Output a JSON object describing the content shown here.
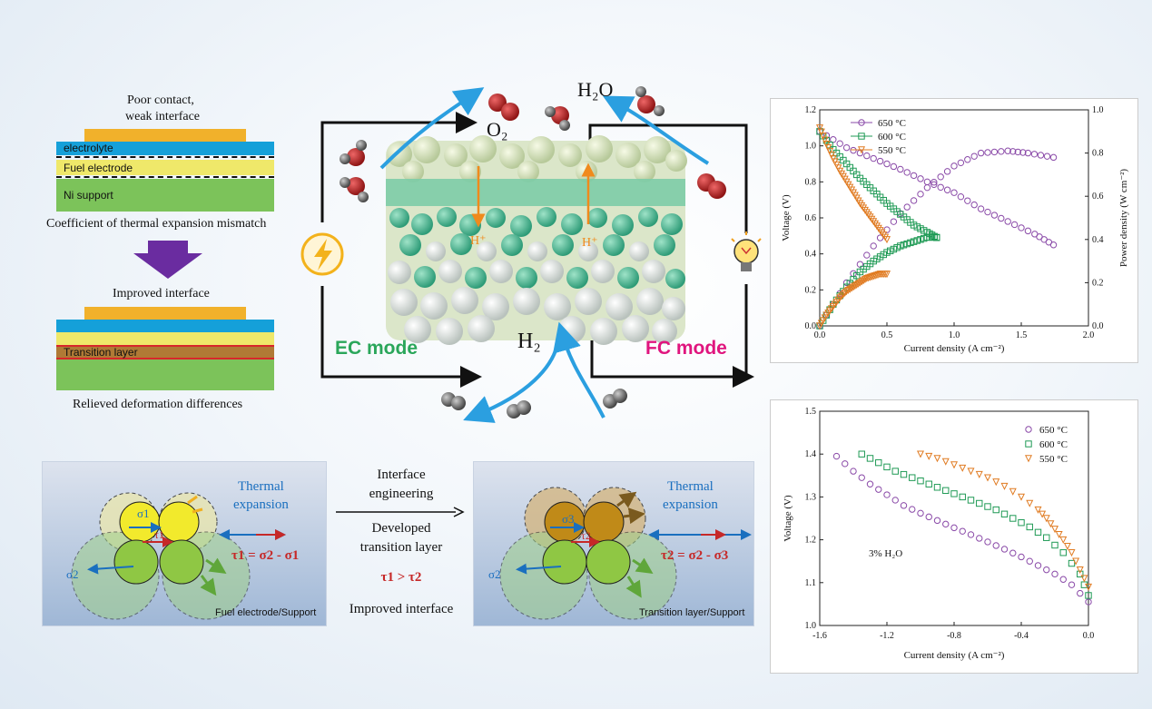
{
  "left_diagram": {
    "top_caption_1": "Poor contact,",
    "top_caption_2": "weak interface",
    "layer_electrolyte": "electrolyte",
    "layer_fuel_electrode": "Fuel electrode",
    "layer_ni_support": "Ni support",
    "mismatch_caption": "Coefficient of thermal expansion mismatch",
    "improved_caption": "Improved interface",
    "layer_transition": "Transition layer",
    "relieved_caption": "Relieved deformation differences"
  },
  "cell_schematic": {
    "o2": "O₂",
    "h2o": "H₂O",
    "h2": "H₂",
    "h_plus_left": "H⁺",
    "h_plus_right": "H⁺",
    "ec_mode": "EC mode",
    "fc_mode": "FC mode",
    "colors": {
      "ec": "#2aa65a",
      "fc": "#e0157e",
      "arrow": "#2b9fe0",
      "proton": "#f08a1c"
    }
  },
  "bottom_left_panel": {
    "thermal": "Thermal",
    "expansion": "expansion",
    "sigma1": "σ1",
    "sigma2": "σ2",
    "tau1": "τ1",
    "equation": "τ1 = σ2 - σ1",
    "caption": "Fuel electrode/Support"
  },
  "bottom_middle": {
    "line1": "Interface",
    "line2": "engineering",
    "line3": "Developed",
    "line4": "transition layer",
    "comparison": "τ1 > τ2",
    "line5": "Improved interface"
  },
  "bottom_right_panel": {
    "thermal": "Thermal",
    "expansion": "expansion",
    "sigma3": "σ3",
    "sigma2": "σ2",
    "tau2": "τ2",
    "equation": "τ2 = σ2 - σ3",
    "caption": "Transition layer/Support"
  },
  "chart_data": [
    {
      "type": "scatter",
      "xlabel": "Current density (A cm⁻²)",
      "ylabel": "Voltage (V)",
      "y2label": "Power density (W cm⁻²)",
      "xlim": [
        0.0,
        2.0
      ],
      "ylim": [
        0.0,
        1.2
      ],
      "y2lim": [
        0.0,
        1.0
      ],
      "xticks": [
        "0.0",
        "0.5",
        "1.0",
        "1.5",
        "2.0"
      ],
      "yticks": [
        "0.0",
        "0.2",
        "0.4",
        "0.6",
        "0.8",
        "1.0",
        "1.2"
      ],
      "y2ticks": [
        "0.0",
        "0.2",
        "0.4",
        "0.6",
        "0.8",
        "1.0"
      ],
      "legend_position": "top-left",
      "series": [
        {
          "name": "650 °C",
          "color": "#8a4aa8",
          "marker": "circle",
          "voltage": {
            "x": [
              0.0,
              0.2,
              0.4,
              0.6,
              0.8,
              1.0,
              1.2,
              1.4,
              1.6,
              1.74
            ],
            "y": [
              1.08,
              0.99,
              0.93,
              0.87,
              0.8,
              0.74,
              0.65,
              0.58,
              0.51,
              0.45
            ]
          },
          "power": {
            "x": [
              0.0,
              0.2,
              0.4,
              0.6,
              0.8,
              1.0,
              1.2,
              1.4,
              1.55,
              1.74
            ],
            "y": [
              0.0,
              0.2,
              0.37,
              0.52,
              0.64,
              0.74,
              0.8,
              0.81,
              0.8,
              0.78
            ]
          }
        },
        {
          "name": "600 °C",
          "color": "#1f9a55",
          "marker": "square",
          "voltage": {
            "x": [
              0.0,
              0.1,
              0.2,
              0.3,
              0.4,
              0.5,
              0.6,
              0.7,
              0.8,
              0.87
            ],
            "y": [
              1.08,
              0.98,
              0.9,
              0.82,
              0.75,
              0.68,
              0.62,
              0.56,
              0.52,
              0.49
            ]
          },
          "power": {
            "x": [
              0.0,
              0.1,
              0.2,
              0.3,
              0.4,
              0.5,
              0.6,
              0.7,
              0.8,
              0.87
            ],
            "y": [
              0.0,
              0.1,
              0.18,
              0.25,
              0.3,
              0.34,
              0.37,
              0.39,
              0.41,
              0.41
            ]
          }
        },
        {
          "name": "550 °C",
          "color": "#e07b22",
          "marker": "triangle-down",
          "voltage": {
            "x": [
              0.0,
              0.05,
              0.1,
              0.15,
              0.2,
              0.25,
              0.3,
              0.35,
              0.4,
              0.45,
              0.5
            ],
            "y": [
              1.1,
              1.01,
              0.93,
              0.86,
              0.8,
              0.74,
              0.68,
              0.63,
              0.58,
              0.53,
              0.48
            ]
          },
          "power": {
            "x": [
              0.0,
              0.05,
              0.1,
              0.15,
              0.2,
              0.25,
              0.3,
              0.35,
              0.4,
              0.45,
              0.5
            ],
            "y": [
              0.0,
              0.05,
              0.09,
              0.13,
              0.16,
              0.18,
              0.2,
              0.22,
              0.23,
              0.24,
              0.24
            ]
          }
        }
      ]
    },
    {
      "type": "scatter",
      "xlabel": "Current density (A cm⁻²)",
      "ylabel": "Voltage (V)",
      "xlim": [
        -1.6,
        0.0
      ],
      "ylim": [
        1.0,
        1.5
      ],
      "xticks": [
        "-1.6",
        "-1.2",
        "-0.8",
        "-0.4",
        "0.0"
      ],
      "yticks": [
        "1.0",
        "1.1",
        "1.2",
        "1.3",
        "1.4",
        "1.5"
      ],
      "legend_position": "top-right",
      "annotation": "3% H₂O",
      "series": [
        {
          "name": "650 °C",
          "color": "#8a4aa8",
          "marker": "circle",
          "x": [
            -1.5,
            -1.4,
            -1.3,
            -1.2,
            -1.1,
            -1.0,
            -0.9,
            -0.8,
            -0.7,
            -0.6,
            -0.5,
            -0.4,
            -0.3,
            -0.2,
            -0.1,
            0.0
          ],
          "y": [
            1.395,
            1.36,
            1.33,
            1.305,
            1.28,
            1.262,
            1.245,
            1.228,
            1.212,
            1.195,
            1.178,
            1.16,
            1.14,
            1.12,
            1.095,
            1.055
          ]
        },
        {
          "name": "600 °C",
          "color": "#1f9a55",
          "marker": "square",
          "x": [
            -1.35,
            -1.25,
            -1.15,
            -1.05,
            -0.95,
            -0.85,
            -0.75,
            -0.65,
            -0.55,
            -0.45,
            -0.35,
            -0.25,
            -0.15,
            -0.05,
            0.0
          ],
          "y": [
            1.4,
            1.38,
            1.36,
            1.345,
            1.33,
            1.315,
            1.3,
            1.285,
            1.27,
            1.25,
            1.23,
            1.205,
            1.17,
            1.12,
            1.07
          ]
        },
        {
          "name": "550 °C",
          "color": "#e07b22",
          "marker": "triangle-down",
          "x": [
            -1.0,
            -0.9,
            -0.8,
            -0.7,
            -0.6,
            -0.5,
            -0.4,
            -0.3,
            -0.25,
            -0.2,
            -0.15,
            -0.1,
            -0.05,
            0.0
          ],
          "y": [
            1.4,
            1.39,
            1.375,
            1.36,
            1.345,
            1.325,
            1.3,
            1.27,
            1.25,
            1.225,
            1.2,
            1.17,
            1.13,
            1.09
          ]
        }
      ]
    }
  ]
}
